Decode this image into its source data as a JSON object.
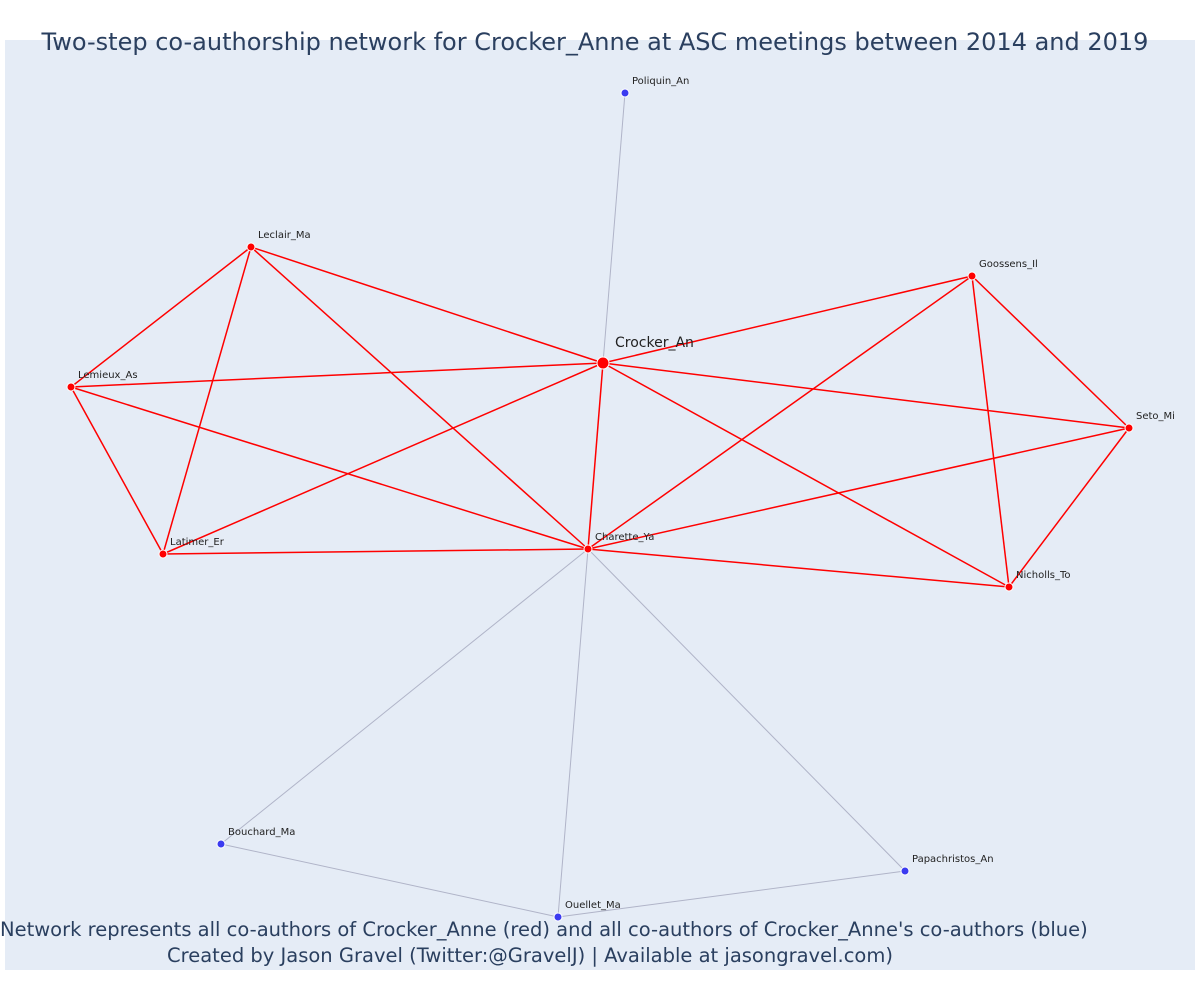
{
  "title": "Two-step co-authorship network for Crocker_Anne at ASC meetings between 2014 and 2019",
  "caption": {
    "line1": "Network represents all co-authors of Crocker_Anne (red) and all co-authors of Crocker_Anne's co-authors (blue)",
    "line2": "Created by Jason Gravel (Twitter:@GravelJ) | Available at jasongravel.com)"
  },
  "colors": {
    "background": "#e5ecf6",
    "first_step": "#ff0000",
    "second_step": "#3b3bf0",
    "second_step_edge": "#b0b4c8",
    "text": "#2a3f5f"
  },
  "center": "Crocker_An",
  "nodes": [
    {
      "id": "Crocker_An",
      "group": "center"
    },
    {
      "id": "Charette_Ya",
      "group": "first"
    },
    {
      "id": "Leclair_Ma",
      "group": "first"
    },
    {
      "id": "Lemieux_As",
      "group": "first"
    },
    {
      "id": "Latimer_Er",
      "group": "first"
    },
    {
      "id": "Goossens_Il",
      "group": "first"
    },
    {
      "id": "Seto_Mi",
      "group": "first"
    },
    {
      "id": "Nicholls_To",
      "group": "first"
    },
    {
      "id": "Poliquin_An",
      "group": "second"
    },
    {
      "id": "Bouchard_Ma",
      "group": "second"
    },
    {
      "id": "Ouellet_Ma",
      "group": "second"
    },
    {
      "id": "Papachristos_An",
      "group": "second"
    }
  ],
  "edges_first": [
    [
      "Crocker_An",
      "Leclair_Ma"
    ],
    [
      "Crocker_An",
      "Lemieux_As"
    ],
    [
      "Crocker_An",
      "Latimer_Er"
    ],
    [
      "Crocker_An",
      "Charette_Ya"
    ],
    [
      "Crocker_An",
      "Goossens_Il"
    ],
    [
      "Crocker_An",
      "Seto_Mi"
    ],
    [
      "Crocker_An",
      "Nicholls_To"
    ],
    [
      "Leclair_Ma",
      "Lemieux_As"
    ],
    [
      "Leclair_Ma",
      "Latimer_Er"
    ],
    [
      "Leclair_Ma",
      "Charette_Ya"
    ],
    [
      "Lemieux_As",
      "Latimer_Er"
    ],
    [
      "Lemieux_As",
      "Charette_Ya"
    ],
    [
      "Latimer_Er",
      "Charette_Ya"
    ],
    [
      "Charette_Ya",
      "Goossens_Il"
    ],
    [
      "Charette_Ya",
      "Seto_Mi"
    ],
    [
      "Charette_Ya",
      "Nicholls_To"
    ],
    [
      "Goossens_Il",
      "Seto_Mi"
    ],
    [
      "Goossens_Il",
      "Nicholls_To"
    ],
    [
      "Seto_Mi",
      "Nicholls_To"
    ]
  ],
  "edges_second": [
    [
      "Crocker_An",
      "Poliquin_An"
    ],
    [
      "Charette_Ya",
      "Bouchard_Ma"
    ],
    [
      "Charette_Ya",
      "Ouellet_Ma"
    ],
    [
      "Charette_Ya",
      "Papachristos_An"
    ],
    [
      "Bouchard_Ma",
      "Ouellet_Ma"
    ],
    [
      "Ouellet_Ma",
      "Papachristos_An"
    ]
  ]
}
